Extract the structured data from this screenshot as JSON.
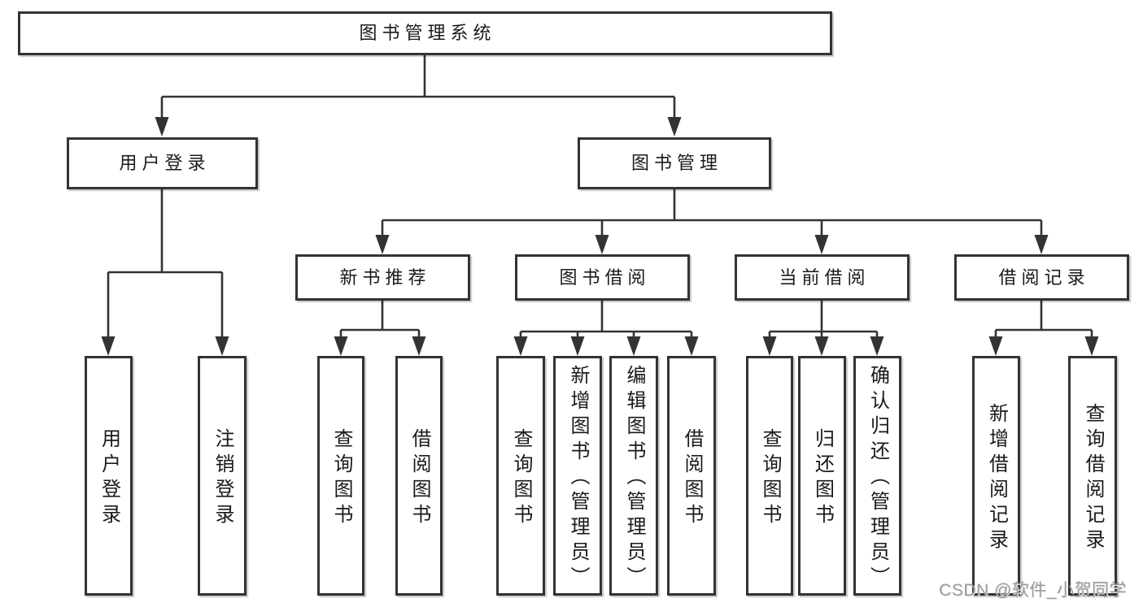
{
  "diagram": {
    "title": "图书管理系统",
    "tree": {
      "label": "图书管理系统",
      "children": [
        {
          "label": "用户登录",
          "children": [
            {
              "label": "用户登录"
            },
            {
              "label": "注销登录"
            }
          ]
        },
        {
          "label": "图书管理",
          "children": [
            {
              "label": "新书推荐",
              "children": [
                {
                  "label": "查询图书"
                },
                {
                  "label": "借阅图书"
                }
              ]
            },
            {
              "label": "图书借阅",
              "children": [
                {
                  "label": "查询图书"
                },
                {
                  "label": "新增图书（管理员）"
                },
                {
                  "label": "编辑图书（管理员）"
                },
                {
                  "label": "借阅图书"
                }
              ]
            },
            {
              "label": "当前借阅",
              "children": [
                {
                  "label": "查询图书"
                },
                {
                  "label": "归还图书"
                },
                {
                  "label": "确认归还（管理员）"
                }
              ]
            },
            {
              "label": "借阅记录",
              "children": [
                {
                  "label": "新增借阅记录"
                },
                {
                  "label": "查询借阅记录"
                }
              ]
            }
          ]
        }
      ]
    },
    "watermark": "CSDN @软件_小贺同学",
    "colors": {
      "line": "#333333",
      "border": "#333333",
      "text": "#1a1a1a",
      "background": "#ffffff",
      "watermark": "#9b9b9b"
    }
  }
}
